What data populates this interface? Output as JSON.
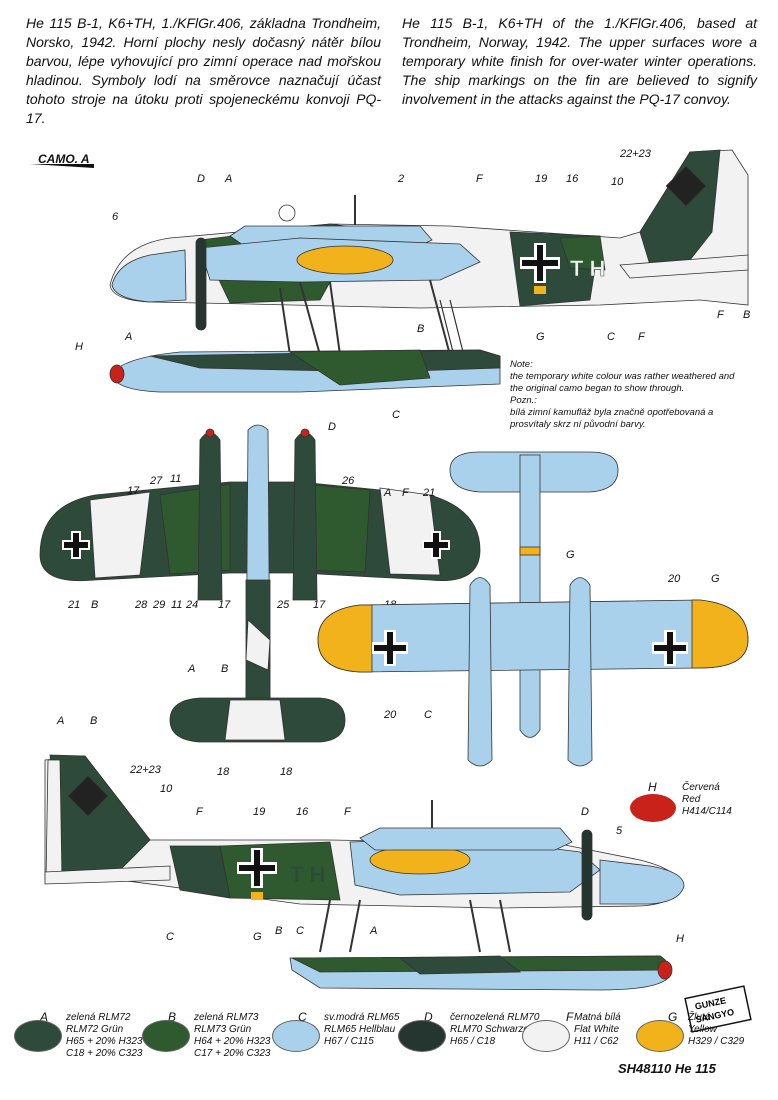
{
  "intro": {
    "cz": "He 115 B-1, K6+TH, 1./KFlGr.406, základna Trondheim, Norsko, 1942. Horní plochy nesly dočasný nátěr bílou barvou, lépe vyhovující pro zimní operace nad mořskou hladinou. Symboly lodí na směrovce naznačují účast tohoto stroje na útoku proti spojeneckému konvoji PQ-17.",
    "en": "He 115 B-1, K6+TH of the 1./KFlGr.406, based at Trondheim, Norway, 1942. The upper surfaces wore a temporary white finish for over-water winter operations. The ship markings on the fin are believed to signify involvement in the attacks against the PQ-17 convoy."
  },
  "camo_label": "CAMO. A",
  "callouts": {
    "side_top": [
      "D",
      "A",
      "2",
      "F",
      "19",
      "16",
      "22+23",
      "10",
      "6",
      "A",
      "B",
      "H",
      "C",
      "G",
      "C",
      "F",
      "F",
      "B"
    ],
    "top_view": [
      "D",
      "17",
      "27",
      "11",
      "26",
      "A",
      "F",
      "21",
      "21",
      "B",
      "28",
      "29",
      "11",
      "24",
      "17",
      "25",
      "17",
      "18",
      "A",
      "B",
      "18",
      "18"
    ],
    "bottom_view": [
      "G",
      "20",
      "G",
      "20",
      "C"
    ],
    "side_bottom": [
      "A",
      "B",
      "22+23",
      "10",
      "F",
      "19",
      "16",
      "F",
      "D",
      "5",
      "C",
      "G",
      "B",
      "C",
      "A",
      "H"
    ]
  },
  "markings": {
    "codes_top": "T H",
    "codes_bottom": "T H"
  },
  "note": {
    "en_label": "Note:",
    "en_text": "the temporary white colour was rather weathered and the original camo began to show through.",
    "cz_label": "Pozn.:",
    "cz_text": "bílá zimní kamufláž byla značně opotřebovaná a prosvítaly skrz ní původní barvy."
  },
  "colors": {
    "rlm72": "#2e4a3a",
    "rlm73": "#2f5a2f",
    "rlm65": "#a9d1ec",
    "rlm70": "#253530",
    "white": "#f2f2f2",
    "yellow": "#f2b21c",
    "red": "#c9221b"
  },
  "legend": [
    {
      "letter": "A",
      "color": "#2e4a3a",
      "lines": [
        "zelená RLM72",
        "RLM72 Grün",
        "H65 + 20% H323",
        "C18 + 20% C323"
      ]
    },
    {
      "letter": "B",
      "color": "#2f5a2f",
      "lines": [
        "zelená RLM73",
        "RLM73 Grün",
        "H64 + 20% H323",
        "C17 + 20% C323"
      ]
    },
    {
      "letter": "C",
      "color": "#a9d1ec",
      "lines": [
        "sv.modrá RLM65",
        "RLM65 Hellblau",
        "H67 / C115"
      ]
    },
    {
      "letter": "D",
      "color": "#253530",
      "lines": [
        "černozelená RLM70",
        "RLM70 Schwarzgrün",
        "H65 / C18"
      ]
    },
    {
      "letter": "F",
      "color": "#f2f2f2",
      "lines": [
        "Matná bílá",
        "Flat White",
        "H11 / C62"
      ]
    },
    {
      "letter": "G",
      "color": "#f2b21c",
      "lines": [
        "Žlutá",
        "Yellow",
        "H329 / C329"
      ]
    }
  ],
  "red_legend": {
    "letter": "H",
    "color": "#c9221b",
    "lines": [
      "Červená",
      "Red",
      "H414/C114"
    ]
  },
  "logo_text": [
    "GUNZE",
    "SANGYO"
  ],
  "footer": "SH48110 He 115"
}
